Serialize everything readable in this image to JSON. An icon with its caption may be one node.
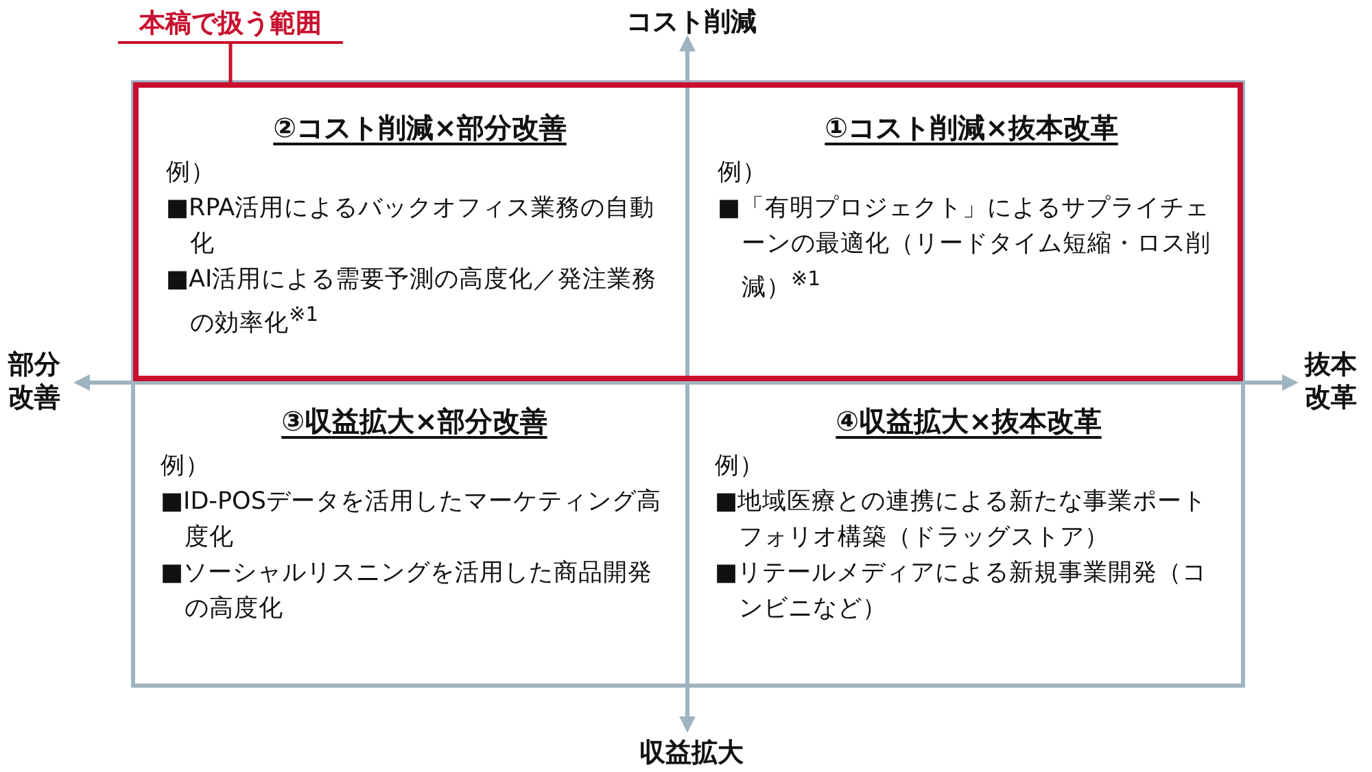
{
  "diagram": {
    "nodes": [
      {
        "text": [
          "本稿で扱う範囲"
        ]
      },
      {
        "text": [],
        "shape": "box"
      },
      {
        "text": [
          "②コスト削減×部分改善",
          "例）",
          "■RPA活用によるバックオフィス業務の自動化",
          "■AI活用による需要予測の高度化／発注業務の効率化$^{※1}$"
        ],
        "in": 1
      },
      {
        "text": [
          "①コスト削減×抜本改革",
          "例）",
          "■「有明プロジェクト」によるサプライチェーンの最適化（リードタイム短縮・ロス削減）$^{※1}$"
        ],
        "in": 1
      },
      {
        "text": [
          "③収益拡大×部分改善",
          "例）",
          "■ID-POSデータを活用したマーケティング高度化",
          "■ソーシャルリスニングを活用した商品開発の高度化"
        ]
      },
      {
        "text": [
          "④収益拡大×抜本改革",
          "例）",
          "■地域医療との連携による新たな事業ポートフォリオ構築（ドラッグストア）",
          "■リテールメディアによる新規事業開発（コンビニなど）"
        ]
      }
    ],
    "edges": [
      {
        "from": 0,
        "to": 1,
        "arrow": "none"
      }
    ],
    "labels": [
      "コスト削減",
      "部分改善",
      "抜本改革",
      "収益拡大"
    ]
  }
}
